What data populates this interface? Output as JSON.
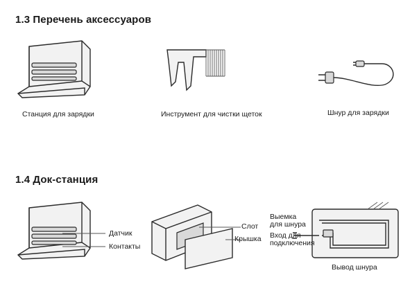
{
  "section_accessories": {
    "title": "1.3 Перечень аксессуаров",
    "items": [
      {
        "label": "Станция для зарядки"
      },
      {
        "label": "Инструмент для чистки щеток"
      },
      {
        "label": "Шнур для зарядки"
      }
    ]
  },
  "section_dock": {
    "title": "1.4 Док-станция",
    "callouts": {
      "sensor": "Датчик",
      "contacts": "Контакты",
      "slot": "Слот",
      "cover": "Крышка",
      "cord_recess_1": "Выемка",
      "cord_recess_2": "для шнура",
      "power_input_1": "Вход для",
      "power_input_2": "подключения",
      "cord_outlet": "Вывод шнура"
    }
  }
}
